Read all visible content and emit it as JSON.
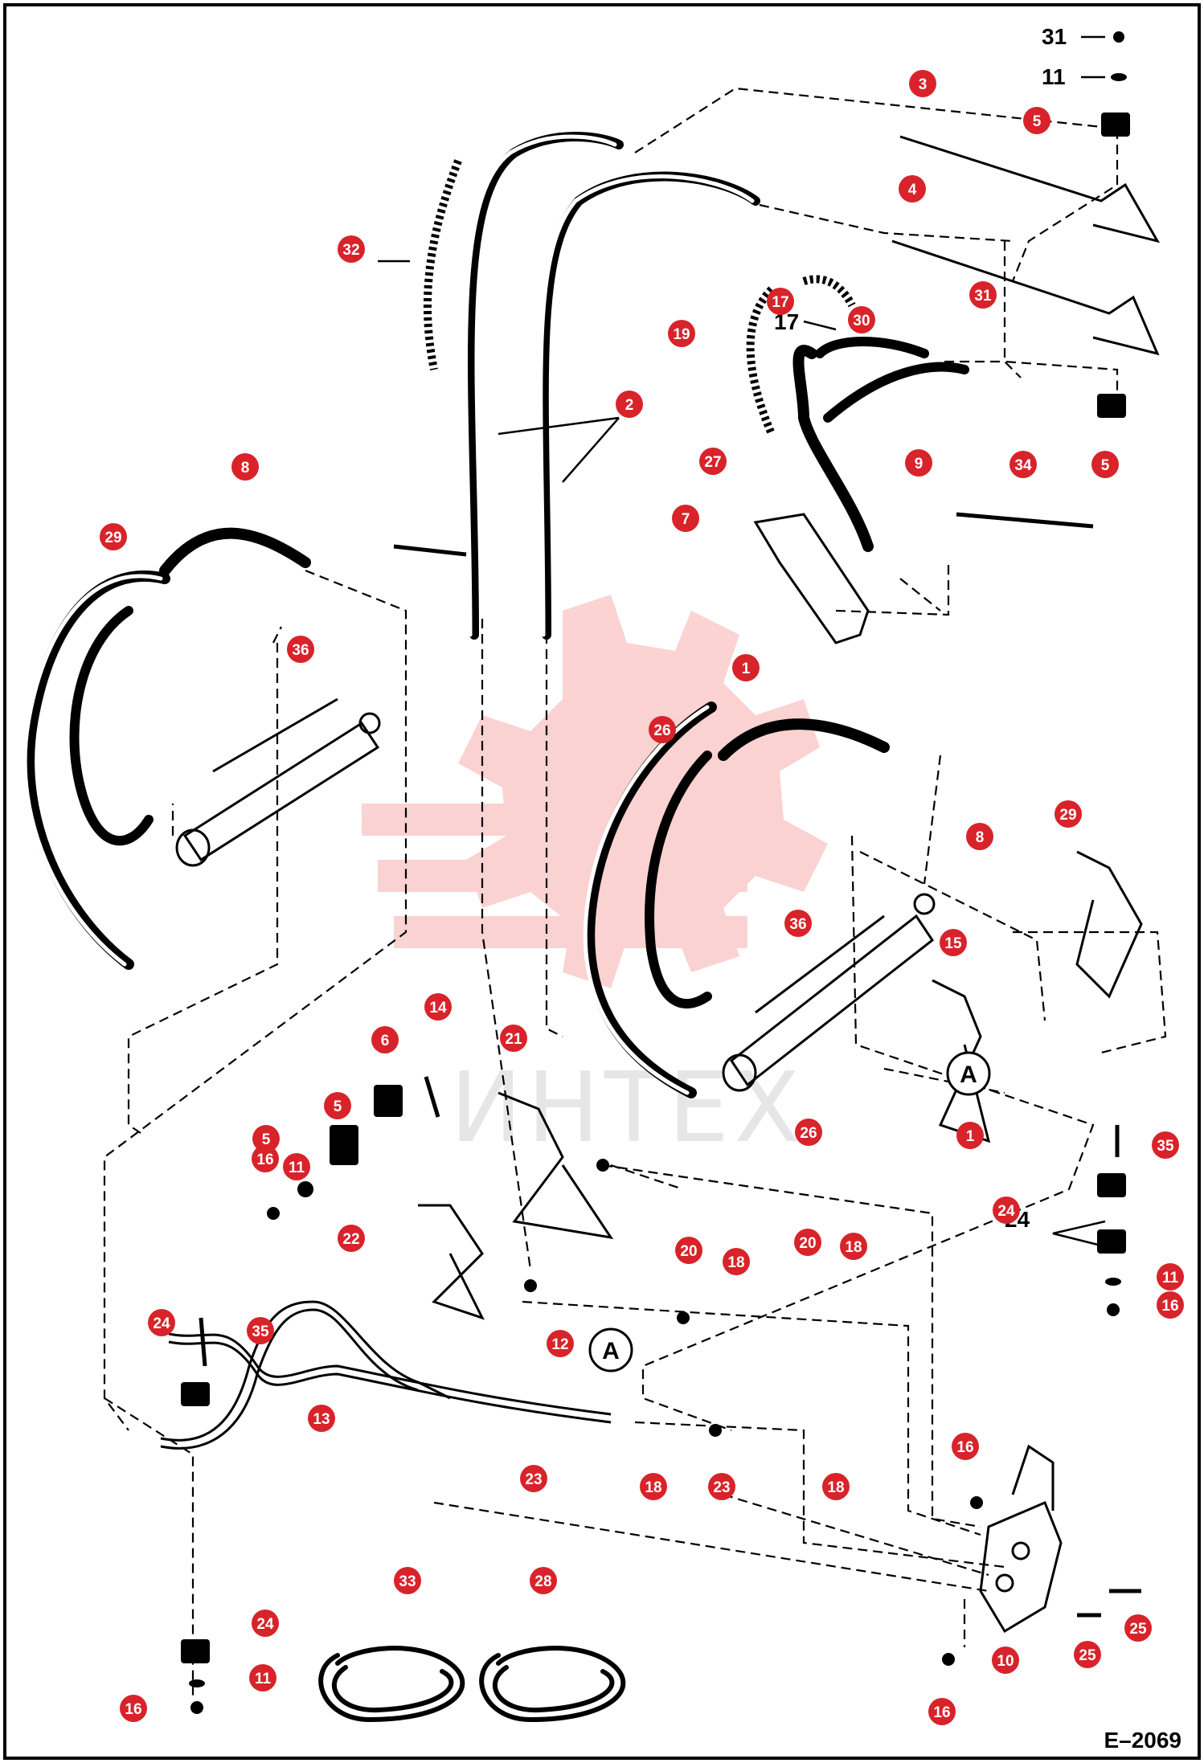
{
  "diagram": {
    "reference": "E–2069",
    "watermark": "ИНТЕХ",
    "callout_letter": "A",
    "colors": {
      "badge": "#d8232a",
      "line": "#000000",
      "watermark_red": "#e8231d"
    },
    "plain_labels": [
      "31",
      "11",
      "17",
      "24"
    ],
    "badges": [
      "3",
      "4",
      "5",
      "32",
      "17",
      "30",
      "31",
      "19",
      "2",
      "27",
      "34",
      "5",
      "7",
      "9",
      "8",
      "29",
      "36",
      "1",
      "26",
      "8",
      "29",
      "36",
      "15",
      "1",
      "14",
      "6",
      "5",
      "5",
      "11",
      "16",
      "21",
      "26",
      "35",
      "24",
      "22",
      "20",
      "18",
      "20",
      "18",
      "11",
      "16",
      "24",
      "35",
      "12",
      "13",
      "16",
      "23",
      "18",
      "23",
      "18",
      "33",
      "28",
      "24",
      "11",
      "16",
      "10",
      "25",
      "25",
      "16"
    ]
  }
}
